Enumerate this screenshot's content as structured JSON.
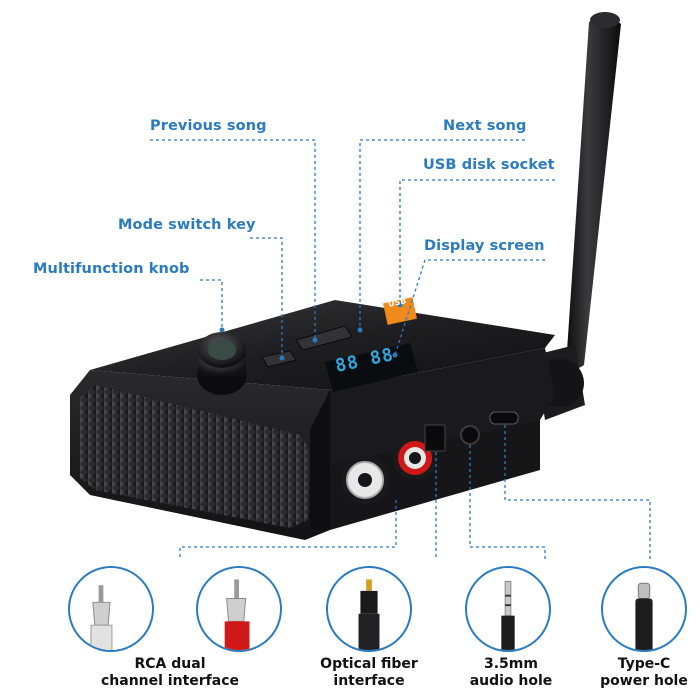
{
  "labels": {
    "previous_song": "Previous song",
    "next_song": "Next song",
    "usb_disk_socket": "USB disk socket",
    "mode_switch_key": "Mode switch key",
    "display_screen": "Display screen",
    "multifunction_knob": "Multifunction knob"
  },
  "ports": [
    {
      "line1": "RCA dual",
      "line2": "channel interface"
    },
    {
      "line1": "Optical fiber",
      "line2": "interface"
    },
    {
      "line1": "3.5mm",
      "line2": "audio hole"
    },
    {
      "line1": "Type-C",
      "line2": "power hole"
    }
  ],
  "device": {
    "display_digits": "88 88",
    "badge": "USB"
  },
  "colors": {
    "accent": "#2a7bbf",
    "device_body": "#1b1b1d",
    "rca_red": "#d01818",
    "rca_white": "#e8e8e8",
    "display_blue": "#2ea8e0",
    "usb_orange": "#f08a1c"
  }
}
